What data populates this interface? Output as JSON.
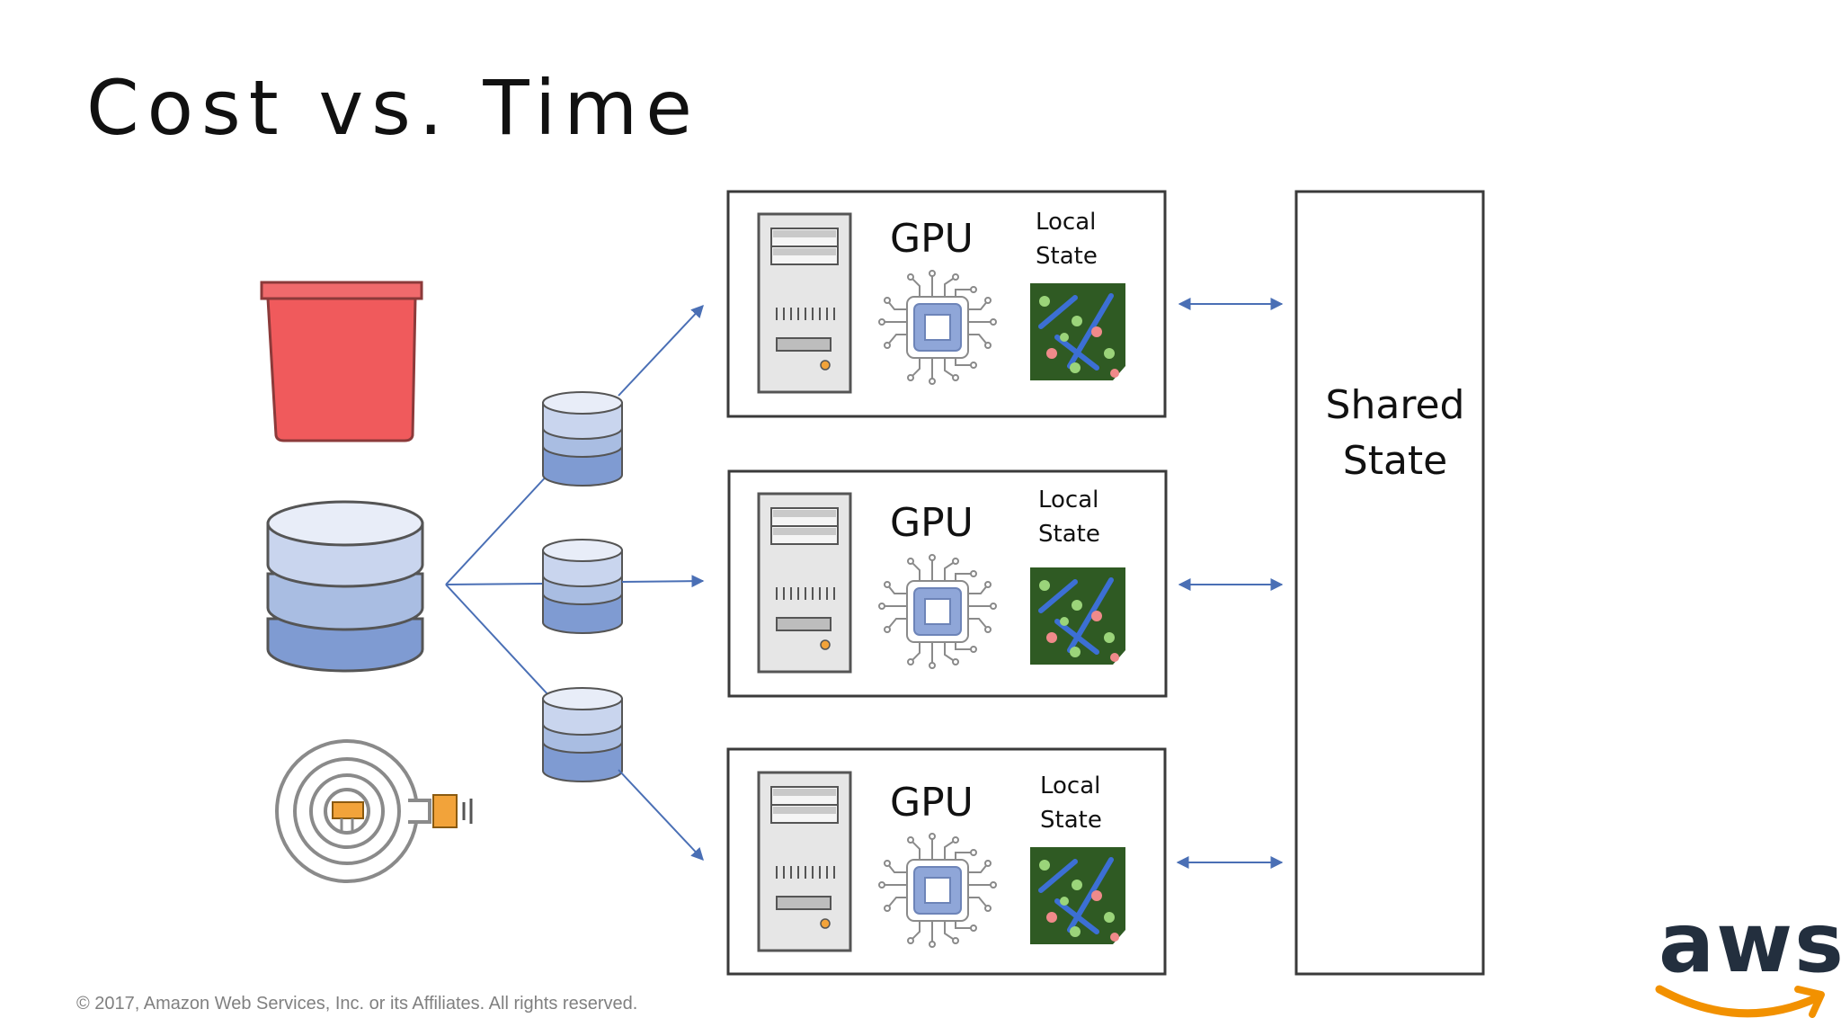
{
  "slide": {
    "title": "Cost vs. Time",
    "footer": "© 2017, Amazon Web Services, Inc. or its Affiliates. All rights reserved.",
    "logo_text": "aws"
  },
  "nodes": [
    {
      "label": "GPU",
      "local_line1": "Local",
      "local_line2": "State"
    },
    {
      "label": "GPU",
      "local_line1": "Local",
      "local_line2": "State"
    },
    {
      "label": "GPU",
      "local_line1": "Local",
      "local_line2": "State"
    }
  ],
  "shared": {
    "line1": "Shared",
    "line2": "State"
  },
  "icons": {
    "bucket": "bucket-icon",
    "database": "database-icon",
    "stream": "stream-icon",
    "shard": "database-shard-icon",
    "server": "server-icon",
    "chip": "chip-icon",
    "state": "circuit-board-icon",
    "logo": "aws-logo"
  },
  "colors": {
    "bucket": "#f05a5c",
    "db_top": "#d9e1f1",
    "db_mid": "#a9bde2",
    "db_bottom": "#7f9bd2",
    "arrow": "#4a6fb5",
    "board": "#2f5a23",
    "board_line": "#3c6fd4",
    "board_dot_green": "#9bd47a",
    "board_dot_pink": "#f08a8a",
    "chip": "#8fa6d8",
    "box_border": "#3a3a3a",
    "aws_orange": "#f29100",
    "aws_text": "#232f3e"
  }
}
